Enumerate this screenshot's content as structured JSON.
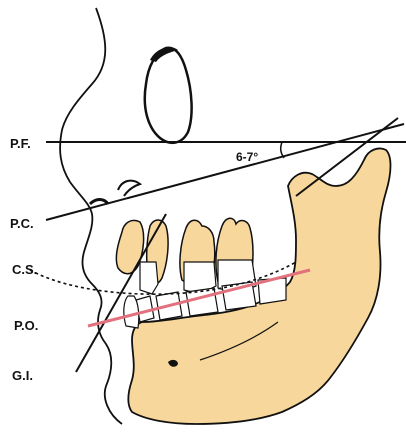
{
  "labels": {
    "pf": "P.F.",
    "pc": "P.C.",
    "cs": "C.S.",
    "po": "P.O.",
    "gi": "G.I.",
    "angle": "6-7°"
  },
  "colors": {
    "bone": "#F7D79B",
    "outline": "#111111",
    "occlusal_plane": "#E2707D",
    "tooth": "#FFFFFF"
  }
}
